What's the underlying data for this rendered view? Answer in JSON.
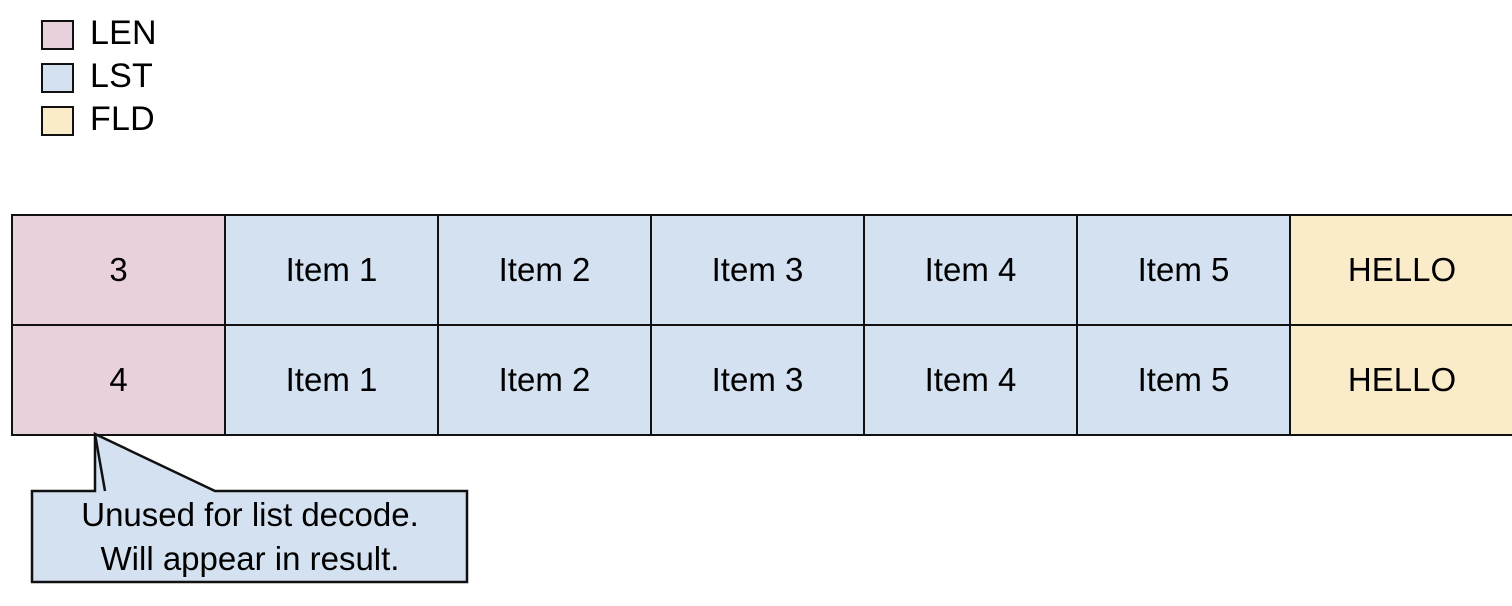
{
  "legend": {
    "items": [
      {
        "key": "len",
        "label": "LEN",
        "color": "#e8d0dc"
      },
      {
        "key": "lst",
        "label": "LST",
        "color": "#d4e1f0"
      },
      {
        "key": "fld",
        "label": "FLD",
        "color": "#faecc8"
      }
    ]
  },
  "table": {
    "rows": [
      {
        "len": "3",
        "list": [
          "Item 1",
          "Item 2",
          "Item 3",
          "Item 4",
          "Item 5"
        ],
        "field": "HELLO"
      },
      {
        "len": "4",
        "list": [
          "Item 1",
          "Item 2",
          "Item 3",
          "Item 4",
          "Item 5"
        ],
        "field": "HELLO"
      }
    ]
  },
  "callout": {
    "line1": "Unused for list decode.",
    "line2": "Will appear in result.",
    "fill": "#d4e1f0",
    "stroke": "#111111"
  },
  "colors": {
    "len": "#e8d0dc",
    "lst": "#d4e1f0",
    "fld": "#faecc8",
    "border": "#111111",
    "background": "#ffffff"
  }
}
